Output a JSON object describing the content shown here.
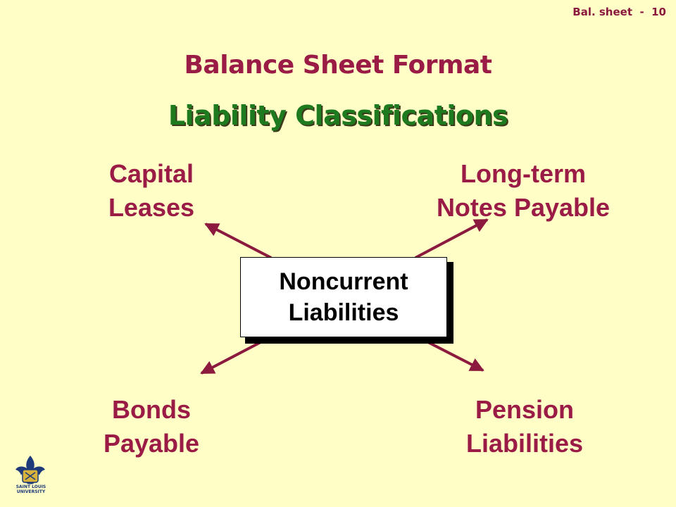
{
  "slide": {
    "number": "Bal. sheet  -  10"
  },
  "title": "Balance Sheet Format",
  "subtitle": "Liability Classifications",
  "center": {
    "line1": "Noncurrent",
    "line2": "Liabilities"
  },
  "branches": {
    "top_left": {
      "line1": "Capital",
      "line2": "Leases"
    },
    "top_right": {
      "line1": "Long-term",
      "line2": "Notes Payable"
    },
    "bottom_left": {
      "line1": "Bonds",
      "line2": "Payable"
    },
    "bottom_right": {
      "line1": "Pension",
      "line2": "Liabilities"
    }
  },
  "logo": {
    "line1": "SAINT LOUIS",
    "line2": "UNIVERSITY"
  },
  "colors": {
    "background": "#FEFEC6",
    "accent": "#9A1B45",
    "subtitle": "#1E7A1E",
    "arrow": "#8B1A3E"
  }
}
